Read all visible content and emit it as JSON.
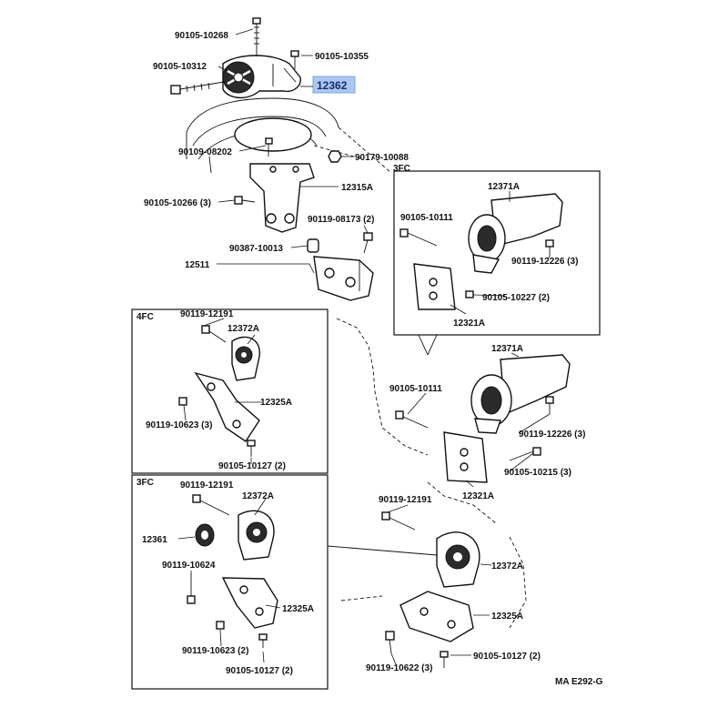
{
  "colors": {
    "highlight": "#a9c8f2",
    "highlight_text": "#1a2a6e",
    "ink": "#111111"
  },
  "diagram": {
    "highlighted_part": "12362",
    "labels": {
      "p90105_10268": "90105-10268",
      "p90105_10355": "90105-10355",
      "p90105_10312": "90105-10312",
      "p90109_08202": "90109-08202",
      "p90179_10088": "90179-10088",
      "p3fc_top": "3FC",
      "p12315A": "12315A",
      "p90105_10266": "90105-10266 (3)",
      "p90119_08173": "90119-08173 (2)",
      "p90387_10013": "90387-10013",
      "p12511": "12511",
      "inset_12371A": "12371A",
      "inset_90105_10111": "90105-10111",
      "inset_90119_12226": "90119-12226 (3)",
      "inset_90105_10227": "90105-10227 (2)",
      "inset_12321A": "12321A",
      "box4fc_title": "4FC",
      "box4fc_90119_12191": "90119-12191",
      "box4fc_12372A": "12372A",
      "box4fc_12325A": "12325A",
      "box4fc_90119_10623": "90119-10623 (3)",
      "box4fc_90105_10127": "90105-10127 (2)",
      "box3fc_title": "3FC",
      "box3fc_90119_12191": "90119-12191",
      "box3fc_12372A": "12372A",
      "box3fc_12361": "12361",
      "box3fc_90119_10624": "90119-10624",
      "box3fc_12325A": "12325A",
      "box3fc_90119_10623": "90119-10623 (2)",
      "box3fc_90105_10127": "90105-10127 (2)",
      "main_12371A": "12371A",
      "main_90105_10111": "90105-10111",
      "main_90119_12226": "90119-12226 (3)",
      "main_90105_10215": "90105-10215 (3)",
      "main_12321A": "12321A",
      "main_90119_12191": "90119-12191",
      "main_12372A": "12372A",
      "main_12325A": "12325A",
      "main_90119_10622": "90119-10622 (3)",
      "main_90105_10127": "90105-10127 (2)",
      "figure_code": "MA E292-G"
    }
  }
}
